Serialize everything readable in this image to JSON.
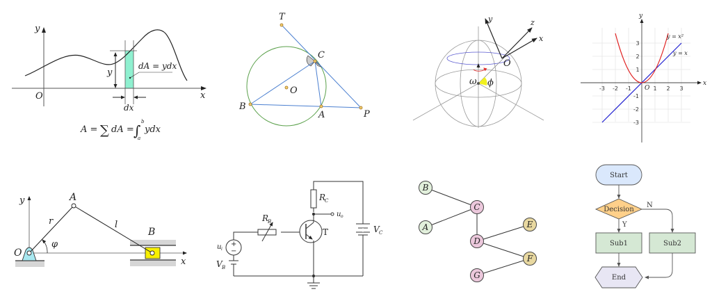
{
  "panels": [
    {
      "id": "integral-area",
      "labels": {
        "y_axis": "y",
        "x_axis": "x",
        "origin": "O",
        "height": "y",
        "strip": "dA = ydx",
        "width": "dx"
      },
      "formula": {
        "lhs": "A = ",
        "sum": "∑",
        "mid": "dA = ",
        "integral": "∫",
        "upper": "b",
        "lower": "a",
        "integrand": "ydx"
      },
      "colors": {
        "strip": "#8ff0d0",
        "curve": "#222222"
      }
    },
    {
      "id": "circle-tangent-geometry",
      "points": {
        "T": "T",
        "C": "C",
        "O": "O",
        "B": "B",
        "A": "A",
        "P": "P"
      },
      "colors": {
        "circle": "#5aa04a",
        "lines": "#4a7fd0",
        "points": "#e0b040",
        "angle_fill": "#cccccc"
      }
    },
    {
      "id": "rotating-sphere",
      "labels": {
        "y": "y",
        "z": "z",
        "x": "x",
        "origin": "O",
        "omega": "ω",
        "phi": "ϕ"
      },
      "colors": {
        "latitude": "#5a5ad0",
        "rotation_arrow": "#e03030",
        "angle": "#f0f020",
        "grid": "#999999"
      }
    },
    {
      "id": "function-plot",
      "labels": {
        "x_axis": "x",
        "y_axis": "y",
        "origin": "O",
        "parabola": "y = x²",
        "line": "y = x"
      },
      "colors": {
        "parabola": "#e02020",
        "line": "#2020d0",
        "grid": "#e6e6e6"
      }
    },
    {
      "id": "slider-crank",
      "labels": {
        "y": "y",
        "x": "x",
        "origin": "O",
        "crank_end": "A",
        "slider": "B",
        "crank": "r",
        "rod": "l",
        "angle": "φ"
      },
      "colors": {
        "support": "#a8e8f0",
        "slider": "#f8f000",
        "guide": "#d6d6d6"
      }
    },
    {
      "id": "transistor-circuit",
      "labels": {
        "rc": "R",
        "rc_sub": "C",
        "rb": "R",
        "rb_sub": "B",
        "uo": "u",
        "uo_sub": "o",
        "ui": "u",
        "ui_sub": "i",
        "vc": "V",
        "vc_sub": "C",
        "vb": "V",
        "vb_sub": "B",
        "transistor": "T",
        "plus": "+",
        "minus": "−"
      }
    },
    {
      "id": "tree-graph",
      "nodes": [
        {
          "label": "B",
          "color": "#e2f0dc"
        },
        {
          "label": "A",
          "color": "#e2f0dc"
        },
        {
          "label": "C",
          "color": "#ecc8dc"
        },
        {
          "label": "D",
          "color": "#ecc8dc"
        },
        {
          "label": "G",
          "color": "#ecc8dc"
        },
        {
          "label": "E",
          "color": "#e8d8a0"
        },
        {
          "label": "F",
          "color": "#e8d8a0"
        }
      ],
      "edges": [
        [
          "B",
          "C"
        ],
        [
          "A",
          "C"
        ],
        [
          "C",
          "D"
        ],
        [
          "D",
          "E"
        ],
        [
          "D",
          "F"
        ],
        [
          "G",
          "F"
        ]
      ]
    },
    {
      "id": "flowchart",
      "nodes": {
        "start": "Start",
        "decision": "Decision",
        "sub1": "Sub1",
        "sub2": "Sub2",
        "end": "End"
      },
      "edge_labels": {
        "yes": "Y",
        "no": "N"
      },
      "colors": {
        "start": "#dae8fc",
        "decision": "#ffd08a",
        "sub": "#d5e8d4",
        "end": "#e8e6f4"
      }
    }
  ]
}
